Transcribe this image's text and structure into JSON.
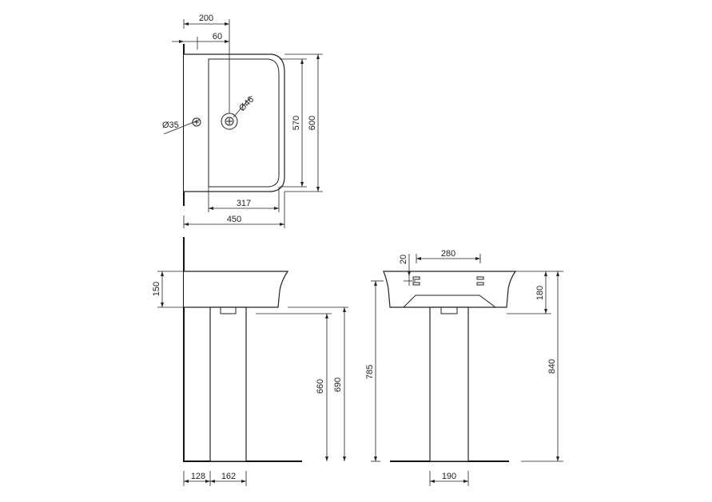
{
  "top_view": {
    "dim_tap_offset": "200",
    "dim_waste_offset": "60",
    "dim_overflow_dia": "Ø35",
    "dim_waste_dia": "Ø46",
    "dim_inner_depth": "570",
    "dim_outer_depth": "600",
    "dim_bowl_width": "317",
    "dim_overall_width": "450"
  },
  "side_view": {
    "dim_basin_height": "150",
    "dim_660": "660",
    "dim_690": "690",
    "dim_128": "128",
    "dim_162": "162"
  },
  "front_view": {
    "dim_20": "20",
    "dim_280": "280",
    "dim_180": "180",
    "dim_785": "785",
    "dim_840": "840",
    "dim_190": "190"
  }
}
